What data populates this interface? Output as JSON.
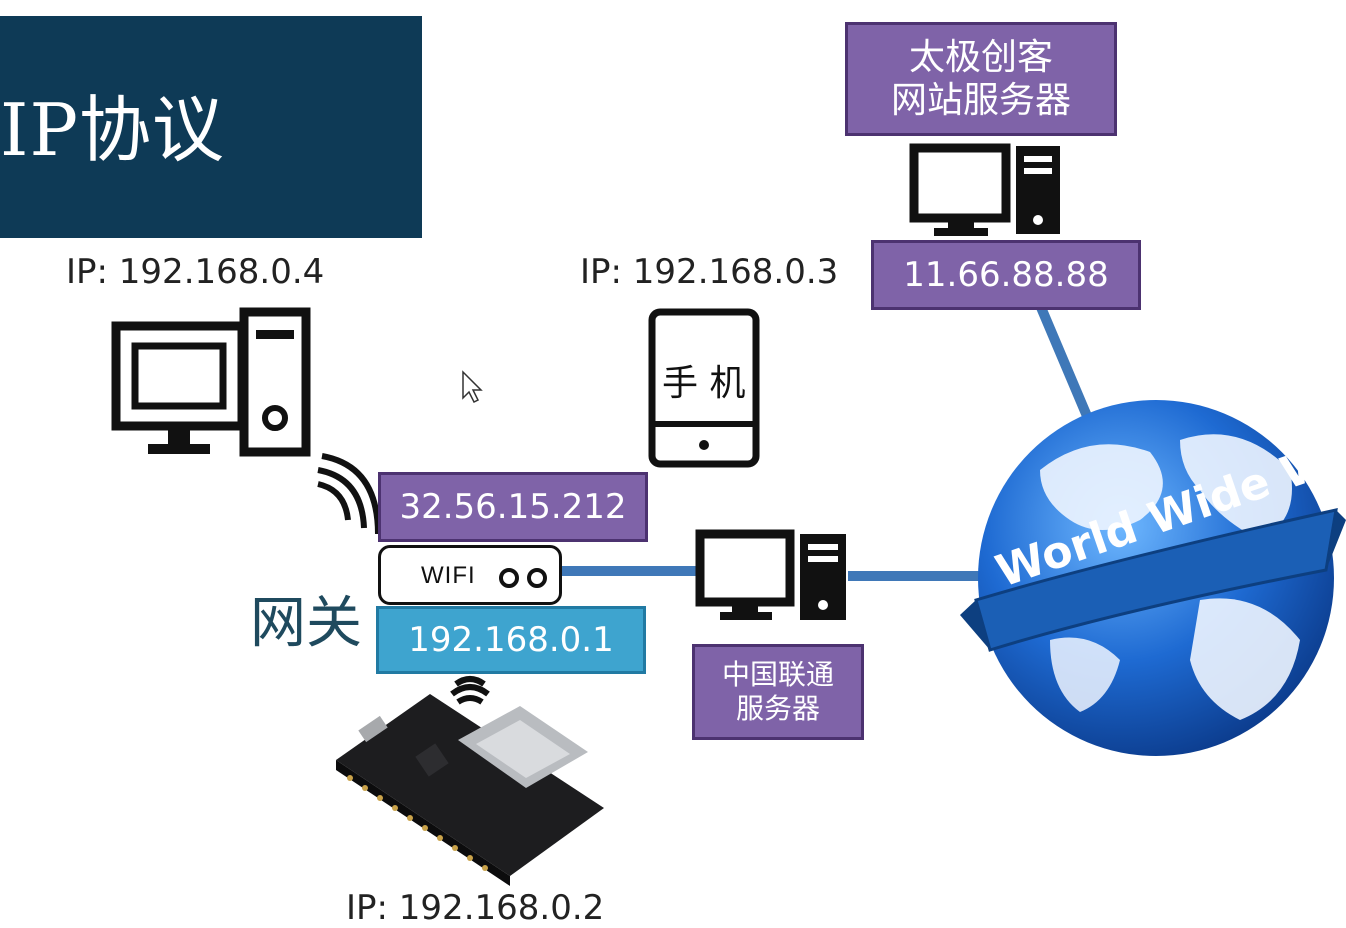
{
  "slide": {
    "title": "IP协议"
  },
  "devices": {
    "pc": {
      "ip_label": "IP: 192.168.0.4"
    },
    "phone": {
      "ip_label": "IP: 192.168.0.3",
      "label": "手 机"
    },
    "board": {
      "ip_label": "IP: 192.168.0.2"
    },
    "router": {
      "label": "WIFI",
      "public_ip": "32.56.15.212",
      "lan_ip": "192.168.0.1"
    },
    "gateway_label": "网关",
    "isp_server": {
      "label_line1": "中国联通",
      "label_line2": "服务器"
    },
    "web_server": {
      "label_line1": "太极创客",
      "label_line2": "网站服务器",
      "ip": "11.66.88.88"
    },
    "globe": {
      "banner": "World Wide Web"
    }
  },
  "colors": {
    "title_bg": "#0e3a56",
    "purple_box": "#7f63a8",
    "blue_box": "#3ea4cf",
    "link_line": "#3f78b8"
  }
}
